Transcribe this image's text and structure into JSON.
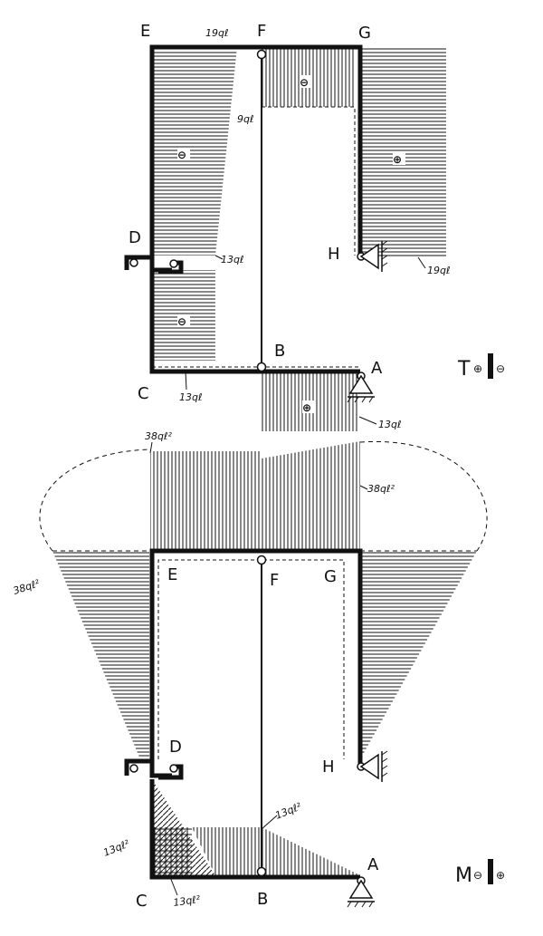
{
  "shear_diagram": {
    "nodes": {
      "E": "E",
      "F": "F",
      "G": "G",
      "H": "H",
      "D": "D",
      "C": "C",
      "B": "B",
      "A": "A"
    },
    "values": {
      "e_top": "19qℓ",
      "f_mid": "9qℓ",
      "d_right": "13qℓ",
      "h_right": "19qℓ",
      "c_bottom": "13qℓ",
      "a_right": "13qℓ"
    },
    "signs": {
      "left_upper": "⊖",
      "left_lower": "⊖",
      "middle": "⊖",
      "right": "⊕",
      "bottom": "⊕"
    },
    "legend": {
      "letter": "T",
      "plus": "⊕",
      "minus": "⊖"
    }
  },
  "moment_diagram": {
    "nodes": {
      "E": "E",
      "F": "F",
      "G": "G",
      "H": "H",
      "D": "D",
      "C": "C",
      "B": "B",
      "A": "A"
    },
    "values": {
      "top_left": "38qℓ²",
      "top_right": "38qℓ²",
      "left_side": "38qℓ²",
      "bottom_mid": "13qℓ²",
      "c_left": "13qℓ²",
      "c_bottom": "13qℓ²"
    },
    "legend": {
      "letter": "M",
      "minus": "⊖",
      "plus": "⊕"
    }
  },
  "colors": {
    "ink": "#111111",
    "paper": "#ffffff"
  }
}
